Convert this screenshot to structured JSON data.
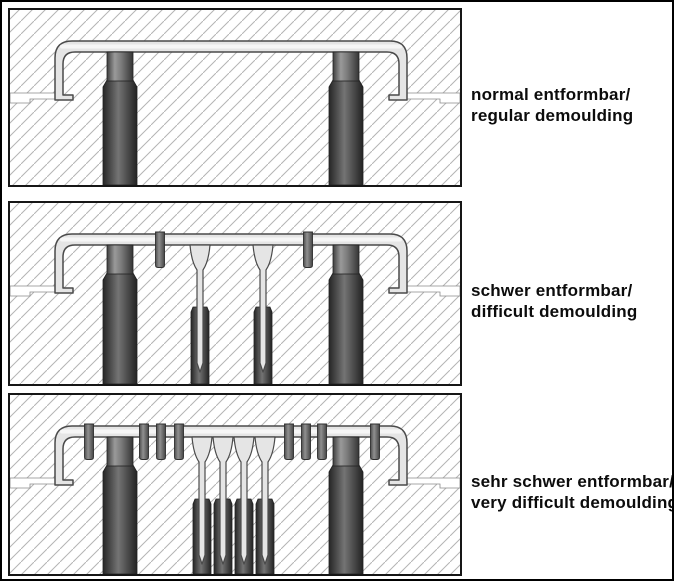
{
  "page": {
    "background": "#ffffff",
    "border_color": "#000000",
    "description": "Three mould cross-section diagrams comparing demoulding difficulty"
  },
  "colors": {
    "hatch_line": "#b4b4b4",
    "parting_outline": "#8a8a8a",
    "part_fill": "#e5e5e5",
    "part_stroke": "#4a4a4a",
    "part_highlight": "#f6f6f6",
    "pin_outline": "#222222",
    "diagram_border": "#161616",
    "label_text": "#0c0c0c"
  },
  "figures": [
    {
      "id": "regular",
      "label_de": "normal entformbar/",
      "label_en": "regular demoulding",
      "big_pins": [
        112,
        338
      ],
      "small_pins": [],
      "ribs": []
    },
    {
      "id": "difficult",
      "label_de": "schwer entformbar/",
      "label_en": "difficult demoulding",
      "big_pins": [
        112,
        338
      ],
      "small_pins": [
        152,
        300
      ],
      "ribs": [
        192,
        255
      ]
    },
    {
      "id": "very-difficult",
      "label_de": "sehr schwer entformbar/",
      "label_en": "very difficult demoulding",
      "big_pins": [
        112,
        338
      ],
      "small_pins": [
        81,
        136,
        153,
        171,
        281,
        298,
        314,
        367
      ],
      "ribs": [
        194,
        215,
        236,
        257
      ]
    }
  ]
}
